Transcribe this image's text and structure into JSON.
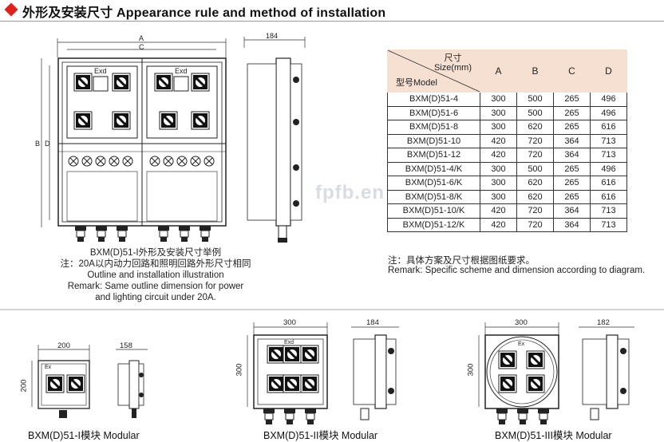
{
  "header": {
    "title": "外形及安装尺寸 Appearance rule and method of installation"
  },
  "main_drawing": {
    "dims": {
      "a": "A",
      "c": "C",
      "b": "B",
      "d": "D",
      "side": "184"
    },
    "exd_label": "Exd",
    "caption": {
      "line1": "BXM(D)51-I外形及安装尺寸举例",
      "line2": "注：20A以内动力回路和照明回路外形尺寸相同",
      "line3": "Outline and installation illustration",
      "line4": "Remark: Same outline dimension for power",
      "line5": "and lighting circuit under 20A."
    }
  },
  "table": {
    "header": {
      "size_cn": "尺寸",
      "size_en": "Size(mm)",
      "model": "型号Model",
      "cols": [
        "A",
        "B",
        "C",
        "D"
      ]
    },
    "rows": [
      {
        "model": "BXM(D)51-4",
        "a": "300",
        "b": "500",
        "c": "265",
        "d": "496"
      },
      {
        "model": "BXM(D)51-6",
        "a": "300",
        "b": "500",
        "c": "265",
        "d": "496"
      },
      {
        "model": "BXM(D)51-8",
        "a": "300",
        "b": "620",
        "c": "265",
        "d": "616"
      },
      {
        "model": "BXM(D)51-10",
        "a": "420",
        "b": "720",
        "c": "364",
        "d": "713"
      },
      {
        "model": "BXM(D)51-12",
        "a": "420",
        "b": "720",
        "c": "364",
        "d": "713"
      },
      {
        "model": "BXM(D)51-4/K",
        "a": "300",
        "b": "500",
        "c": "265",
        "d": "496"
      },
      {
        "model": "BXM(D)51-6/K",
        "a": "300",
        "b": "620",
        "c": "265",
        "d": "616"
      },
      {
        "model": "BXM(D)51-8/K",
        "a": "300",
        "b": "620",
        "c": "265",
        "d": "616"
      },
      {
        "model": "BXM(D)51-10/K",
        "a": "420",
        "b": "720",
        "c": "364",
        "d": "713"
      },
      {
        "model": "BXM(D)51-12/K",
        "a": "420",
        "b": "720",
        "c": "364",
        "d": "713"
      }
    ],
    "note_cn": "注：具体方案及尺寸根据图纸要求。",
    "note_en": "Remark: Specific scheme and dimension according to diagram."
  },
  "watermark": "fpfb.en",
  "modules": [
    {
      "caption": "BXM(D)51-I模块 Modular",
      "width": "200",
      "height": "200",
      "depth": "158",
      "exd": "Ex"
    },
    {
      "caption": "BXM(D)51-II模块 Modular",
      "width": "300",
      "height": "300",
      "depth": "184",
      "exd": "Exd"
    },
    {
      "caption": "BXM(D)51-III模块 Modular",
      "width": "300",
      "height": "300",
      "depth": "182",
      "exd": "Ex"
    }
  ],
  "colors": {
    "accent": "#e0201b",
    "table_header": "#f6e0d2",
    "line": "#333333"
  }
}
